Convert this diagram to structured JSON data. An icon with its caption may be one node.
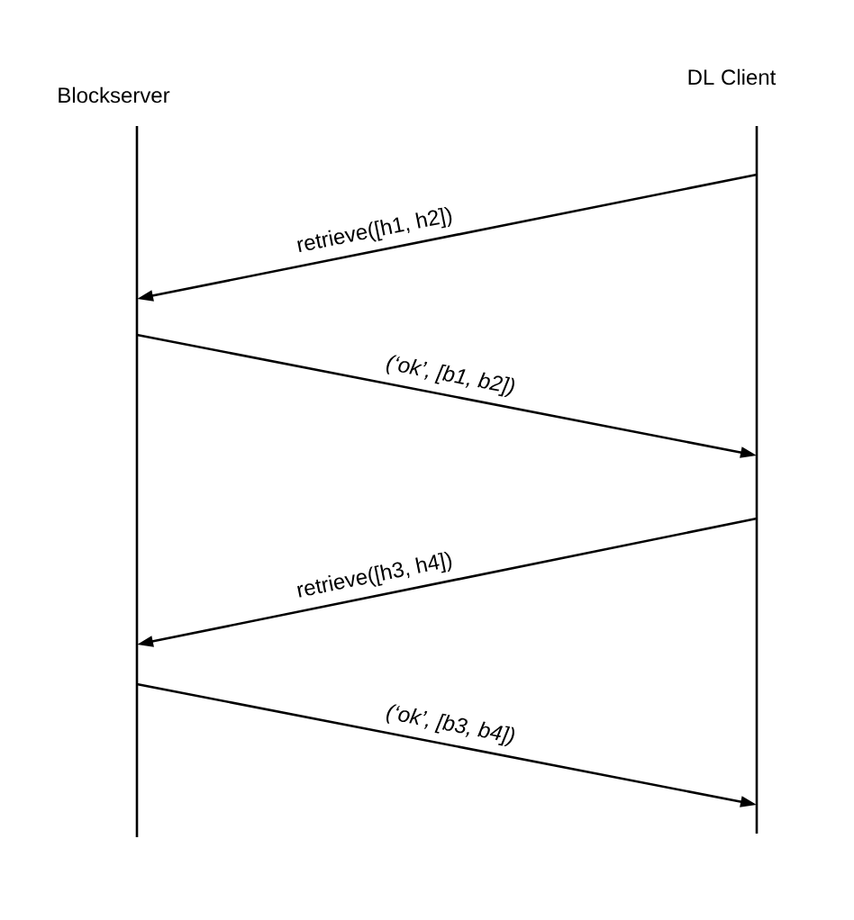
{
  "diagram": {
    "nodes": [
      {
        "text": [
          "Blockserver"
        ]
      },
      {
        "text": [
          "DL Client"
        ]
      }
    ],
    "edges": [
      {
        "from": 1,
        "to": 0,
        "arrow": "to",
        "label": "retrieve([h1, h2])"
      },
      {
        "from": 0,
        "to": 1,
        "arrow": "to",
        "label": "(‘ok’, [b1, b2])"
      },
      {
        "from": 1,
        "to": 0,
        "arrow": "to",
        "label": "retrieve([h3, h4])"
      },
      {
        "from": 0,
        "to": 1,
        "arrow": "to",
        "label": "(‘ok’, [b3, b4])"
      }
    ]
  }
}
